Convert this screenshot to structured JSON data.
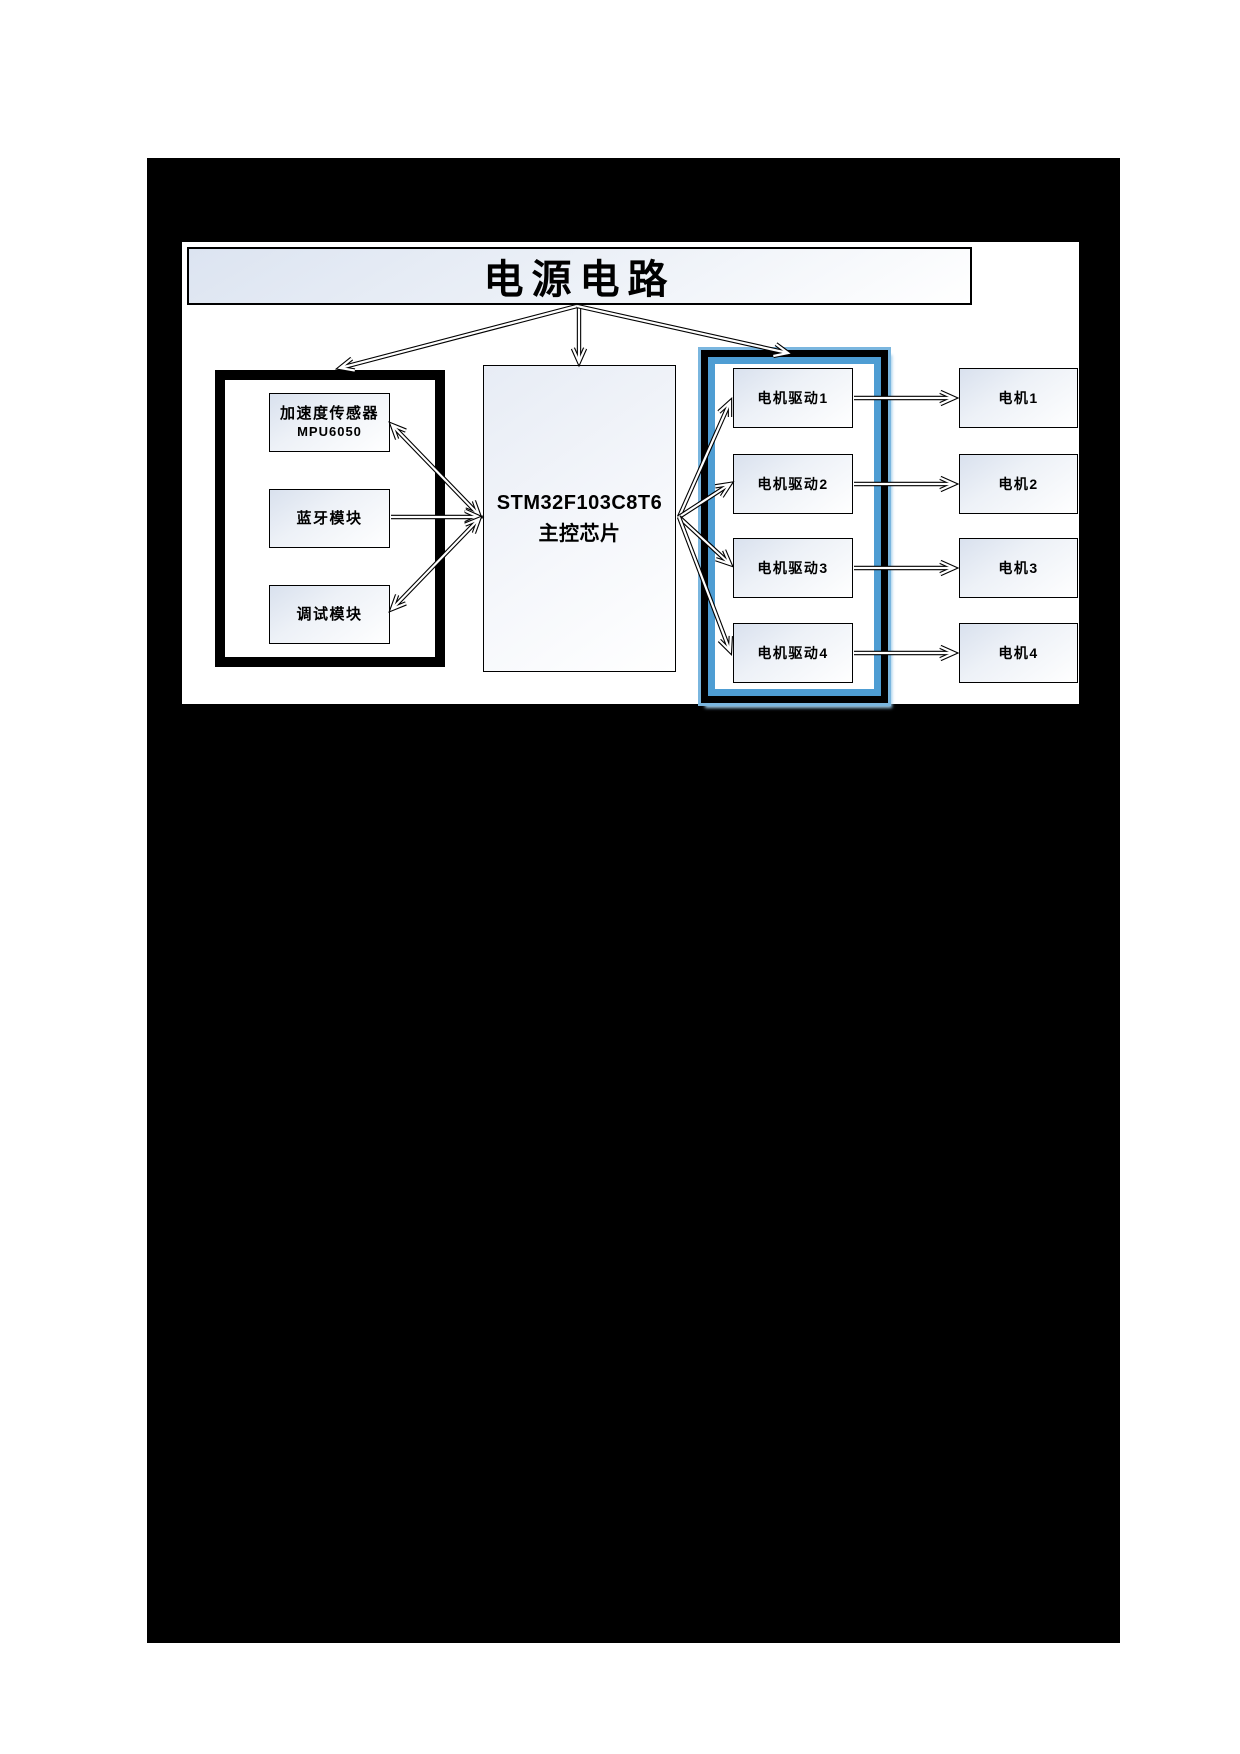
{
  "document": {
    "page_background": "#000000",
    "panel_background": "#ffffff"
  },
  "diagram": {
    "title": "电源电路",
    "module_accel": {
      "line1": "加速度传感器",
      "line2": "MPU6050"
    },
    "module_bluetooth": {
      "label": "蓝牙模块"
    },
    "module_debug": {
      "label": "调试模块"
    },
    "mcu": {
      "line1": "STM32F103C8T6",
      "line2": "主控芯片"
    },
    "driver_group": {
      "drivers": [
        {
          "label": "电机驱动1"
        },
        {
          "label": "电机驱动2"
        },
        {
          "label": "电机驱动3"
        },
        {
          "label": "电机驱动4"
        }
      ]
    },
    "motors": [
      {
        "label": "电机1"
      },
      {
        "label": "电机2"
      },
      {
        "label": "电机3"
      },
      {
        "label": "电机4"
      }
    ],
    "colors": {
      "page_black": "#000000",
      "box_fill_top": "#d9e1ee",
      "accent_blue_border": "#4e9dd3",
      "accent_blue_glow": "#7ab6df",
      "line_black": "#000000"
    }
  }
}
